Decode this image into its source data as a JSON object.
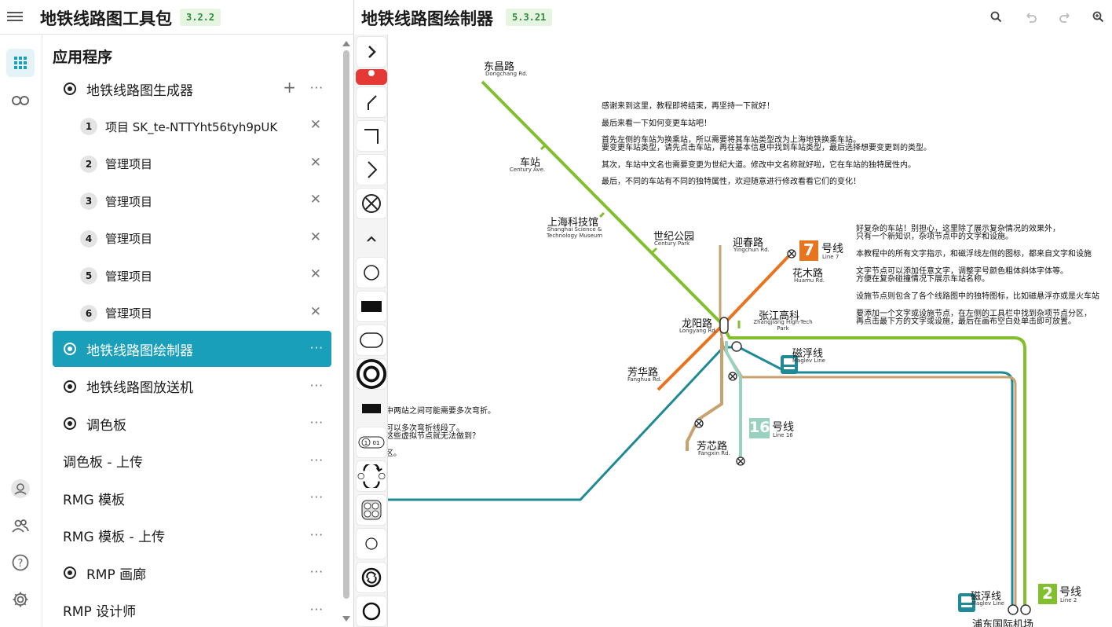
{
  "left_header": {
    "title": "地铁线路图工具包",
    "version": "3.2.2"
  },
  "sidebar": {
    "section_title": "应用程序",
    "generator": {
      "label": "地铁线路图生成器",
      "add_icon": "plus-icon",
      "more_icon": "more-icon"
    },
    "projects": [
      {
        "num": "1",
        "label": "项目 SK_te-NTTYht56tyh9pUK"
      },
      {
        "num": "2",
        "label": "管理项目"
      },
      {
        "num": "3",
        "label": "管理项目"
      },
      {
        "num": "4",
        "label": "管理项目"
      },
      {
        "num": "5",
        "label": "管理项目"
      },
      {
        "num": "6",
        "label": "管理项目"
      }
    ],
    "apps": [
      {
        "label": "地铁线路图绘制器",
        "radio": true,
        "selected": true
      },
      {
        "label": "地铁线路图放送机",
        "radio": true
      },
      {
        "label": "调色板",
        "radio": true
      },
      {
        "label": "调色板 - 上传",
        "radio": false
      },
      {
        "label": "RMG 模板",
        "radio": false
      },
      {
        "label": "RMG 模板 - 上传",
        "radio": false
      },
      {
        "label": "RMP 画廊",
        "radio": true
      },
      {
        "label": "RMP 设计师",
        "radio": false
      }
    ],
    "more_glyph": "···",
    "close_glyph": "✕",
    "plus_glyph": "+"
  },
  "right_header": {
    "title": "地铁线路图绘制器",
    "version": "5.3.21",
    "icons": [
      "search-icon",
      "undo-icon",
      "redo-icon",
      "zoom-in-icon"
    ]
  },
  "canvas": {
    "tutorial_top": [
      "感谢来到这里，教程即将结束，再坚持一下就好！",
      "最后来看一下如何变更车站吧！",
      "首先左侧的车站为换乘站，所以需要将其车站类型改为上海地铁换乘车站。",
      "要变更车站类型，请先点击车站，再在基本信息中找到车站类型，最后选择想要变更到的类型。",
      "其次，车站中文名也需要变更为世纪大道。修改中文名称就好啦，它在车站的独特属性内。",
      "最后，不同的车站有不同的独特属性，欢迎随意进行修改看看它们的变化！"
    ],
    "tutorial_right": [
      "好复杂的车站！别担心，这里除了展示复杂情况的效果外，",
      "只有一个新知识，杂项节点中的文字和设施。",
      "本教程中的所有文字指示，和磁浮线左侧的图标，都来自文字和设施",
      "文字节点可以添加任意文字，调整字号颜色粗体斜体字体等。",
      "方便在复杂碰撞情况下展示车站名称。",
      "设施节点则包含了各个线路图中的独特图标，比如磁悬浮亦或是火车站",
      "要添加一个文字或设施节点，在左侧的工具栏中找到杂项节点分区，",
      "再点击最下方的文字或设施，最后在画布空白处单击即可放置。"
    ],
    "tutorial_left": [
      "中两站之间可能需要多次弯折。",
      "可以多次弯折线段了。",
      "这些虚拟节点就无法做到？",
      "区。"
    ],
    "stations": [
      {
        "zh": "东昌路",
        "en": "Dongchang Rd."
      },
      {
        "zh": "车站",
        "en": "Century Ave."
      },
      {
        "zh": "上海科技馆",
        "en": "Shanghai Science & Technology Museum"
      },
      {
        "zh": "世纪公园",
        "en": "Century Park"
      },
      {
        "zh": "迎春路",
        "en": "Yingchun Rd."
      },
      {
        "zh": "花木路",
        "en": "Huamu Rd."
      },
      {
        "zh": "龙阳路",
        "en": "Longyang Rd."
      },
      {
        "zh": "张江高科",
        "en": "Zhangjiang High-Tech Park"
      },
      {
        "zh": "芳华路",
        "en": "Fanghua Rd."
      },
      {
        "zh": "芳芯路",
        "en": "Fangxin Rd."
      },
      {
        "zh": "磁浮线",
        "en": "Maglev Line"
      },
      {
        "zh": "浦东国际机场",
        "en": ""
      }
    ],
    "line_badges": [
      {
        "num": "7",
        "zh": "号线",
        "en": "Line 7",
        "color": "#e8741f"
      },
      {
        "num": "16",
        "zh": "号线",
        "en": "Line 16",
        "color": "#98d1c0"
      },
      {
        "num": "2",
        "zh": "号线",
        "en": "Line 2",
        "color": "#82bf2e"
      }
    ],
    "maglev_bottom": {
      "zh": "磁浮线",
      "en": "Maglev Line"
    },
    "colors": {
      "line2": "#82bf2e",
      "line7": "#e8741f",
      "line16": "#98d1c0",
      "maglev": "#1f8a96",
      "line_tan": "#c8a26e",
      "accent": "#1a9fba"
    }
  },
  "tools": [
    "chevron-right-icon",
    "station-red-icon",
    "curve-line-icon",
    "corner-line-icon",
    "diagonal-line-icon",
    "cross-circle-icon",
    "chevron-up-icon",
    "circle-station-icon",
    "rect-station-icon",
    "rounded-rect-icon",
    "double-circle-icon",
    "bar-station-icon",
    "number-station-icon",
    "cycle-icon",
    "grid-station-icon",
    "small-circle-icon",
    "swap-circle-icon",
    "big-circle-icon"
  ]
}
